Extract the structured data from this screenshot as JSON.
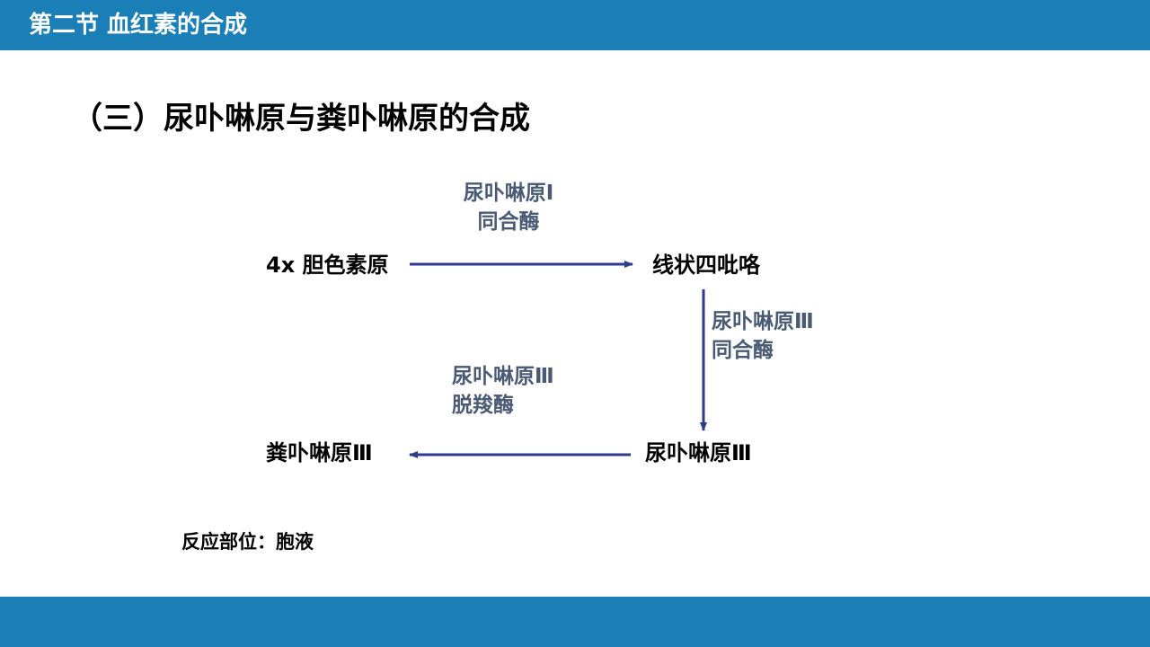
{
  "header": {
    "section_title": "第二节 血红素的合成"
  },
  "slide": {
    "title": "（三）尿卟啉原与粪卟啉原的合成"
  },
  "pathway": {
    "nodes": {
      "substrate": "4x 胆色素原",
      "linear": "线状四吡咯",
      "uro3": "尿卟啉原Ⅲ",
      "copro3": "粪卟啉原Ⅲ"
    },
    "enzymes": {
      "step1": [
        "尿卟啉原Ⅰ",
        "同合酶"
      ],
      "step2": [
        "尿卟啉原Ⅲ",
        "同合酶"
      ],
      "step3": [
        "尿卟啉原Ⅲ",
        "脱羧酶"
      ]
    },
    "arrow_color": "#2e3a8c"
  },
  "footer": {
    "site_text": "反应部位：胞液"
  },
  "colors": {
    "bar": "#1a7fb7",
    "enzyme_text": "#4a5a74"
  }
}
